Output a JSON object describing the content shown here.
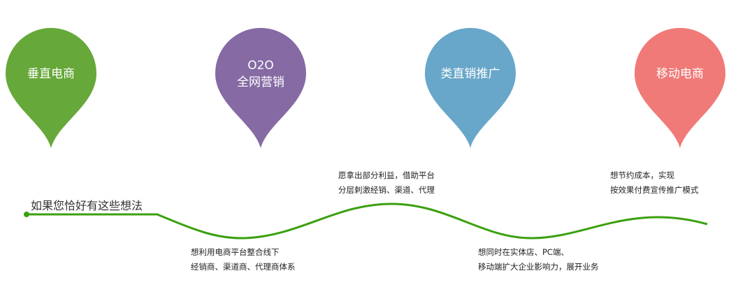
{
  "pins": [
    {
      "lines": [
        "垂直电商"
      ],
      "color": "#66a83a"
    },
    {
      "lines": [
        "O2O",
        "全网营销"
      ],
      "color": "#856aa3"
    },
    {
      "lines": [
        "类直销推广"
      ],
      "color": "#68a7c9"
    },
    {
      "lines": [
        "移动电商"
      ],
      "color": "#ef7a78"
    }
  ],
  "title": "如果您恰好有这些想法",
  "line_color": "#3aa00f",
  "notes": [
    {
      "lines": [
        "想利用电商平台整合线下",
        "经销商、渠道商、代理商体系"
      ]
    },
    {
      "lines": [
        "愿拿出部分利益，借助平台",
        "分层刺激经销、渠道、代理"
      ]
    },
    {
      "lines": [
        "想同时在实体店、PC端、",
        "移动端扩大企业影响力，展开业务"
      ]
    },
    {
      "lines": [
        "想节约成本，实现",
        "按效果付费宣传推广模式"
      ]
    }
  ]
}
